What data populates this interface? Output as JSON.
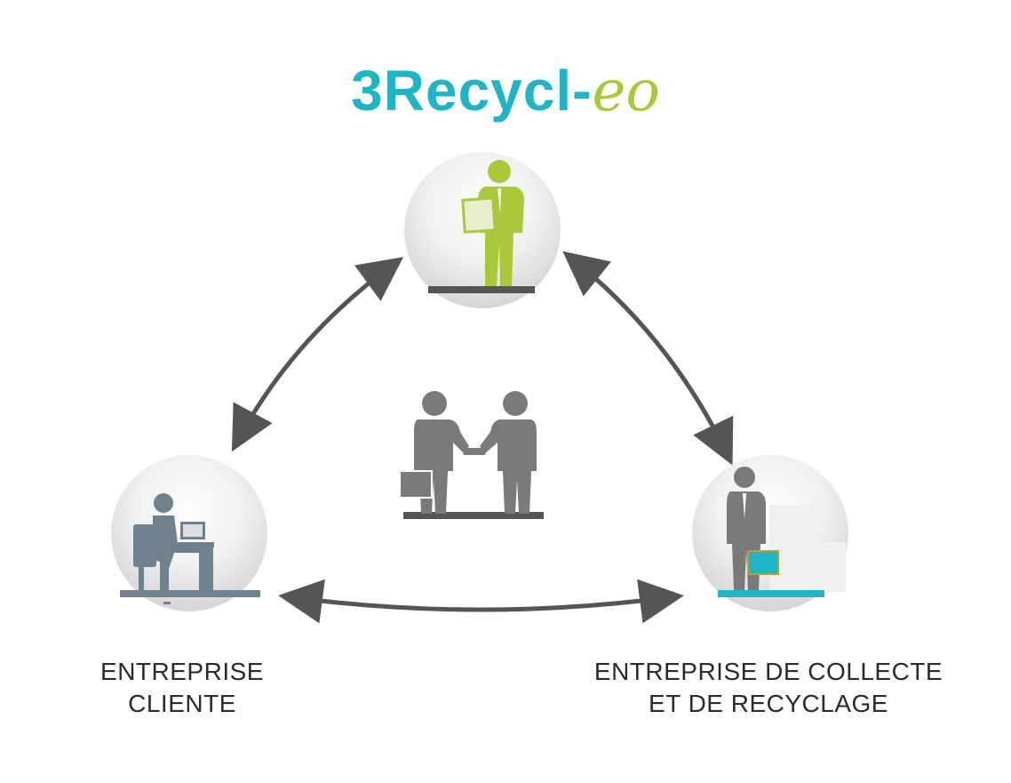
{
  "logo": {
    "main": "3Recycl-",
    "accent": "eo",
    "main_color": "#1fb5c4",
    "accent_color": "#a9c83a"
  },
  "labels": {
    "client": {
      "line1": "ENTREPRISE",
      "line2": "CLIENTE"
    },
    "recycler": {
      "line1": "ENTREPRISE DE COLLECTE",
      "line2": "ET DE RECYCLAGE"
    }
  },
  "colors": {
    "arrow": "#555555",
    "advisor_figure": "#a9c83a",
    "client_figure": "#6e818c",
    "recycler_figure": "#7a7a7a",
    "recycler_case": "#1fb5c4",
    "recycler_base": "#1fb5c4",
    "handshake_figures": "#7a7a7a"
  },
  "nodes": [
    {
      "id": "advisor",
      "icon": "standing-person-with-document-icon"
    },
    {
      "id": "client",
      "icon": "person-at-desk-computer-icon"
    },
    {
      "id": "recycler",
      "icon": "person-with-briefcase-icon"
    },
    {
      "id": "center",
      "icon": "handshake-icon"
    }
  ]
}
